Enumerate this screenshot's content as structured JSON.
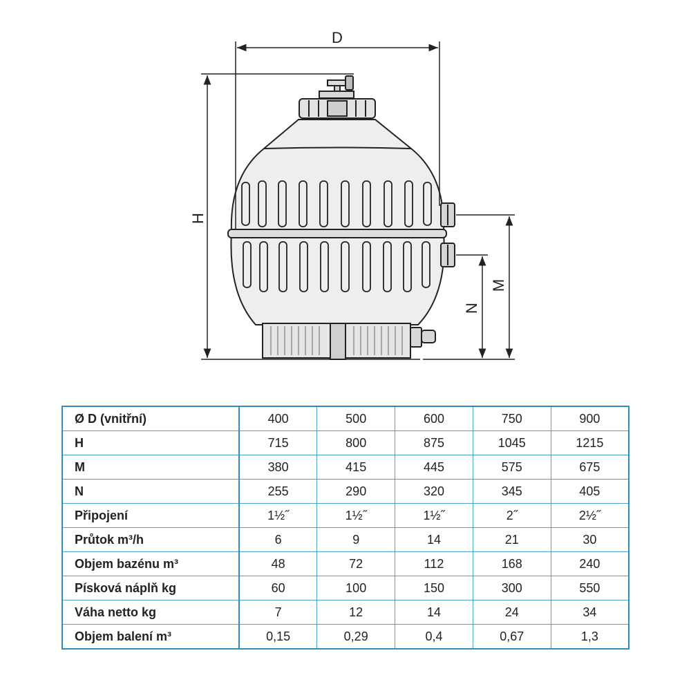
{
  "drawing": {
    "labels": {
      "d": "D",
      "h": "H",
      "m": "M",
      "n": "N"
    }
  },
  "table": {
    "rows": [
      {
        "label": "Ø D (vnitřní)",
        "values": [
          "400",
          "500",
          "600",
          "750",
          "900"
        ]
      },
      {
        "label": "H",
        "values": [
          "715",
          "800",
          "875",
          "1045",
          "1215"
        ]
      },
      {
        "label": "M",
        "values": [
          "380",
          "415",
          "445",
          "575",
          "675"
        ]
      },
      {
        "label": "N",
        "values": [
          "255",
          "290",
          "320",
          "345",
          "405"
        ]
      },
      {
        "label": "Připojení",
        "values": [
          "1½˝",
          "1½˝",
          "1½˝",
          "2˝",
          "2½˝"
        ]
      },
      {
        "label": "Průtok m³/h",
        "values": [
          "6",
          "9",
          "14",
          "21",
          "30"
        ]
      },
      {
        "label": "Objem bazénu m³",
        "values": [
          "48",
          "72",
          "112",
          "168",
          "240"
        ]
      },
      {
        "label": "Písková náplň kg",
        "values": [
          "60",
          "100",
          "150",
          "300",
          "550"
        ]
      },
      {
        "label": "Váha netto kg",
        "values": [
          "7",
          "12",
          "14",
          "24",
          "34"
        ]
      },
      {
        "label": "Objem balení m³",
        "values": [
          "0,15",
          "0,29",
          "0,4",
          "0,67",
          "1,3"
        ]
      }
    ]
  }
}
